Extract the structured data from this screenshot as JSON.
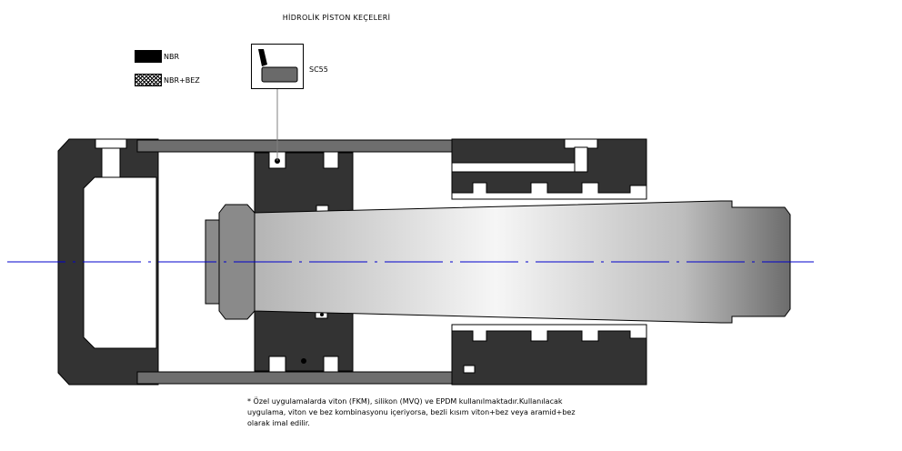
{
  "title": "HİDROLİK PİSTON KEÇELERİ",
  "legend": [
    {
      "label": "NBR",
      "pattern": "solid"
    },
    {
      "label": "NBR+BEZ",
      "pattern": "hatch"
    }
  ],
  "seal_code": "SC55",
  "footnote_lines": [
    "* Özel uygulamalarda viton (FKM), silikon (MVQ) ve EPDM kullanılmaktadır.Kullanılacak",
    "uygulama, viton ve bez kombinasyonu içeriyorsa, bezli kısım viton+bez veya aramid+bez",
    "olarak imal edilir."
  ],
  "colors": {
    "body": "#333333",
    "plate": "#6e6e6e",
    "nut": "#8a8a8a",
    "rod_light": "#f4f4f4",
    "rod_dark": "#6c6c6c",
    "centerline": "#0000cc",
    "seal_fill": "#6a6a6a"
  }
}
